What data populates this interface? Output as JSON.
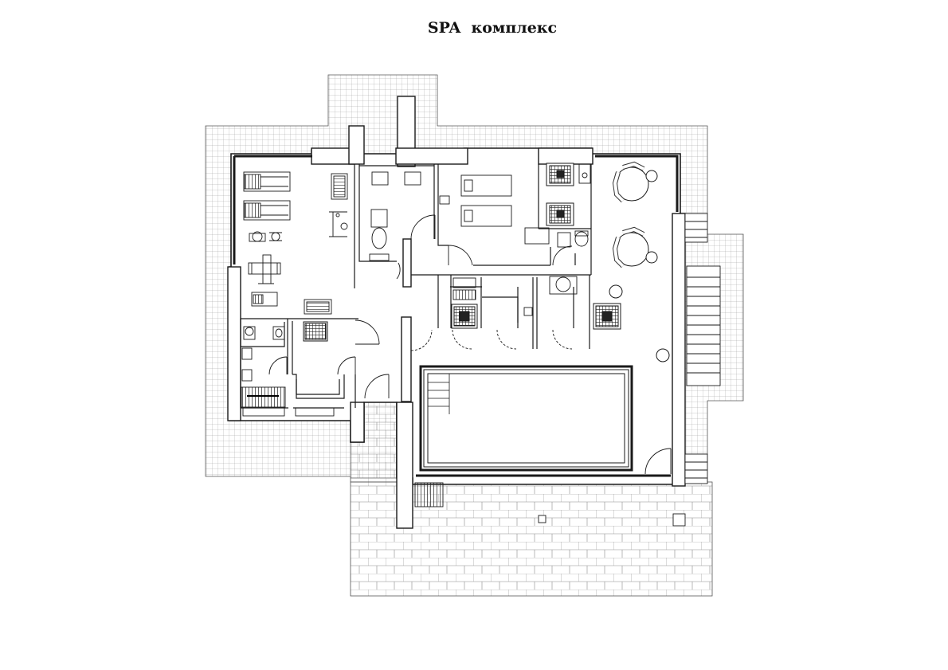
{
  "title": "SPA  комплекс",
  "colors": {
    "background": "#ffffff",
    "line": "#1a1a1a",
    "tile_grid": "#8c8c8c",
    "dark_fill": "#333333"
  },
  "rooms": [
    {
      "id": "gym",
      "icons": [
        "treadmill-icon",
        "treadmill-icon",
        "exercise-bike-icon",
        "weight-machine-icon",
        "weight-bench-icon",
        "weight-bench-icon",
        "rack-icon"
      ]
    },
    {
      "id": "wc-top",
      "icons": [
        "chair-icon",
        "chair-icon",
        "toilet-icon",
        "sink-icon"
      ]
    },
    {
      "id": "massage",
      "icons": [
        "massage-table-icon",
        "massage-table-icon"
      ]
    },
    {
      "id": "sauna-block",
      "icons": [
        "sauna-heater-icon",
        "sauna-heater-icon",
        "toilet-icon",
        "sink-icon"
      ]
    },
    {
      "id": "relax",
      "icons": [
        "round-sofa-icon",
        "round-sofa-icon"
      ]
    },
    {
      "id": "showers",
      "icons": [
        "sauna-heater-icon",
        "shower-icon",
        "shower-icon"
      ]
    },
    {
      "id": "changing-rooms",
      "icons": [
        "toilet-icon",
        "toilet-icon",
        "shower-grate-icon",
        "bench-icon"
      ]
    },
    {
      "id": "pool",
      "icons": [
        "pool-steps-icon"
      ]
    }
  ]
}
